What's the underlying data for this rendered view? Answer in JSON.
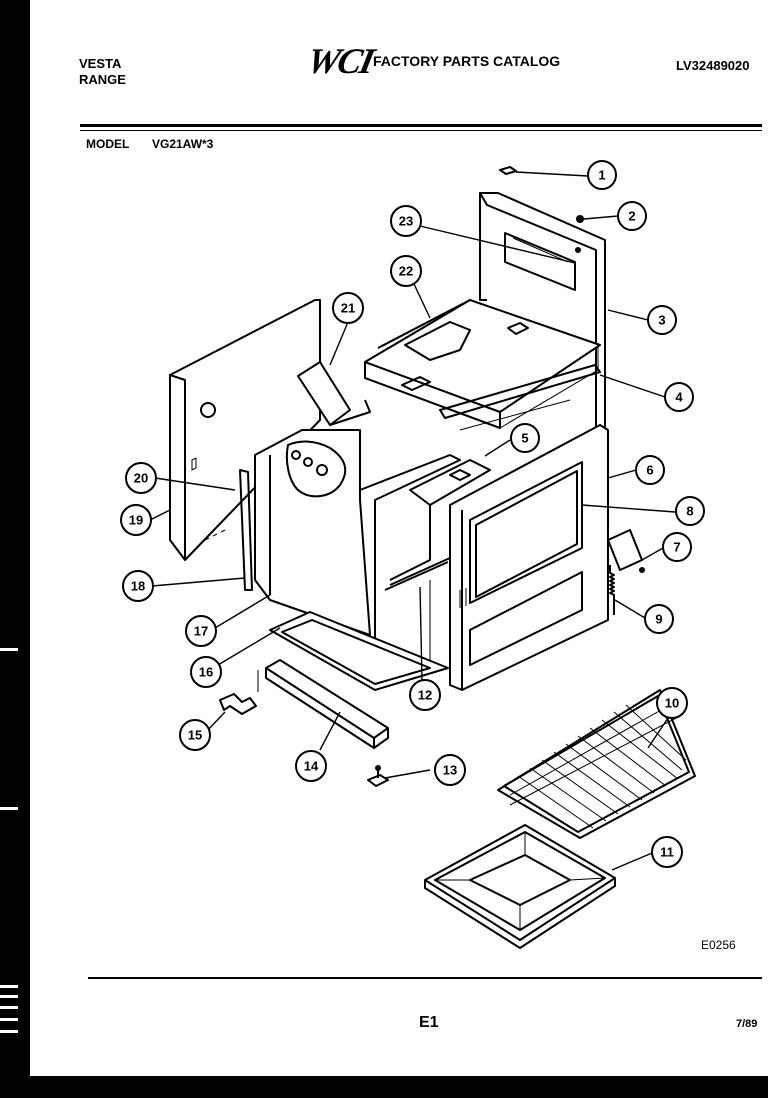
{
  "header": {
    "brand": "VESTA",
    "product": "RANGE",
    "logo": "WCI",
    "catalog_title": "FACTORY PARTS CATALOG",
    "catalog_number": "LV32489020"
  },
  "model": {
    "label": "MODEL",
    "value": "VG21AW*3"
  },
  "footer": {
    "diagram_code": "E0256",
    "page": "E1",
    "date": "7/89"
  },
  "callouts": [
    "1",
    "2",
    "3",
    "4",
    "5",
    "6",
    "7",
    "8",
    "9",
    "10",
    "11",
    "12",
    "13",
    "14",
    "15",
    "16",
    "17",
    "18",
    "19",
    "20",
    "21",
    "22",
    "23"
  ]
}
